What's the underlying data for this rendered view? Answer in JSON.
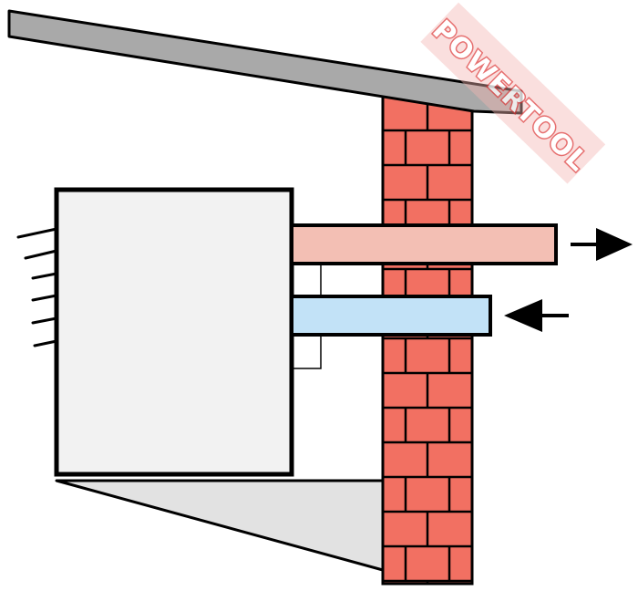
{
  "watermark": {
    "text": "POWERTOOL",
    "fill_color": "#ffffff",
    "stroke_color": "#e04848",
    "band_color": "#f3b5b1"
  },
  "colors": {
    "roof": "#a9a9a9",
    "brick": "#f27062",
    "mortar": "#000000",
    "unit_body": "#f2f2f2",
    "support_shadow": "#e2e2e2",
    "exhaust_duct": "#f3bfb4",
    "intake_duct": "#c2e2f7",
    "outline": "#000000"
  },
  "flows": {
    "exhaust_direction": "out",
    "intake_direction": "in"
  },
  "icons": {
    "exhaust_arrow": "arrow-right-icon",
    "intake_arrow": "arrow-left-icon"
  }
}
